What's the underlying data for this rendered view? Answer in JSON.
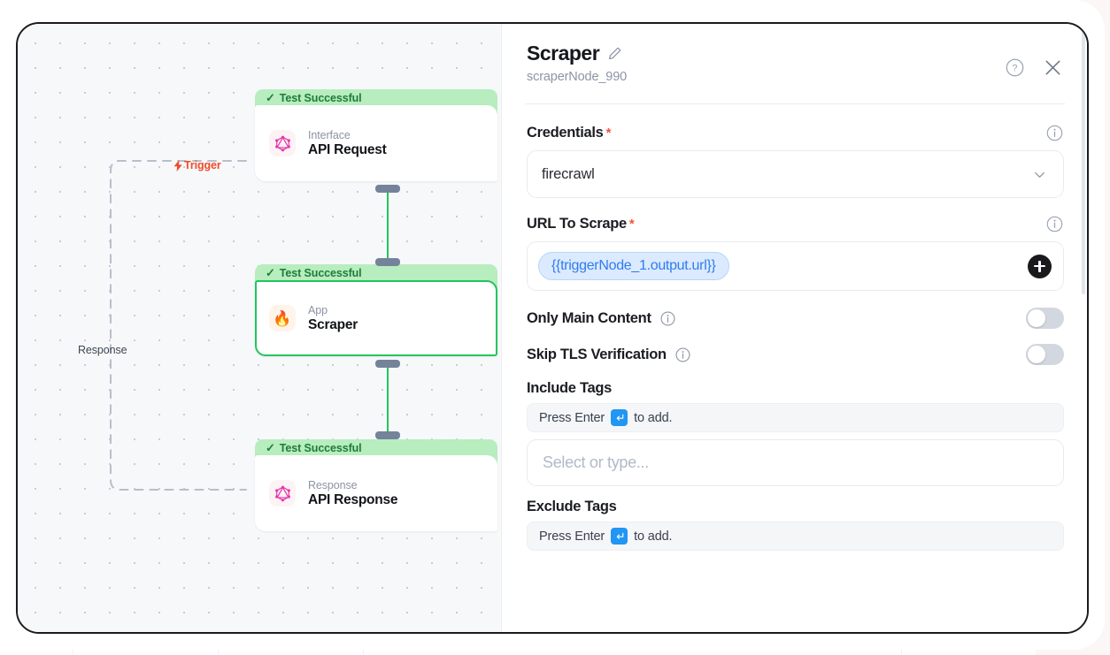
{
  "canvas": {
    "trigger_label": "Trigger",
    "response_label": "Response",
    "nodes": [
      {
        "status": "Test Successful",
        "status_check": "✓",
        "kind": "Interface",
        "title": "API Request",
        "icon": "graphql-icon",
        "selected": false
      },
      {
        "status": "Test Successful",
        "status_check": "✓",
        "kind": "App",
        "title": "Scraper",
        "icon": "flame-icon",
        "icon_glyph": "🔥",
        "selected": true
      },
      {
        "status": "Test Successful",
        "status_check": "✓",
        "kind": "Response",
        "title": "API Response",
        "icon": "graphql-icon",
        "selected": false
      }
    ],
    "colors": {
      "status_bg": "#b7edbf",
      "status_text": "#1e7c37",
      "wire": "#22c55e",
      "handle": "#74839a",
      "trigger": "#ef4b2b",
      "selection": "#22c55e"
    }
  },
  "panel": {
    "title": "Scraper",
    "subtitle": "scraperNode_990",
    "edit_icon": "pencil-icon",
    "help_icon": "help-circle-icon",
    "close_icon": "close-icon",
    "credentials": {
      "label": "Credentials",
      "required_mark": "*",
      "info_icon": "info-icon",
      "value": "firecrawl",
      "chevron_icon": "chevron-down-icon"
    },
    "url_to_scrape": {
      "label": "URL To Scrape",
      "required_mark": "*",
      "info_icon": "info-icon",
      "token": "{{triggerNode_1.output.url}}",
      "add_icon": "plus-icon"
    },
    "only_main_content": {
      "label": "Only Main Content",
      "info_icon": "info-icon",
      "enabled": false
    },
    "skip_tls_verification": {
      "label": "Skip TLS Verification",
      "info_icon": "info-icon",
      "enabled": false
    },
    "include_tags": {
      "label": "Include Tags",
      "hint_prefix": "Press Enter",
      "hint_suffix": "to add.",
      "enter_key_icon": "enter-key-icon",
      "placeholder": "Select or type..."
    },
    "exclude_tags": {
      "label": "Exclude Tags",
      "hint_prefix": "Press Enter",
      "hint_suffix": "to add.",
      "enter_key_icon": "enter-key-icon"
    }
  }
}
